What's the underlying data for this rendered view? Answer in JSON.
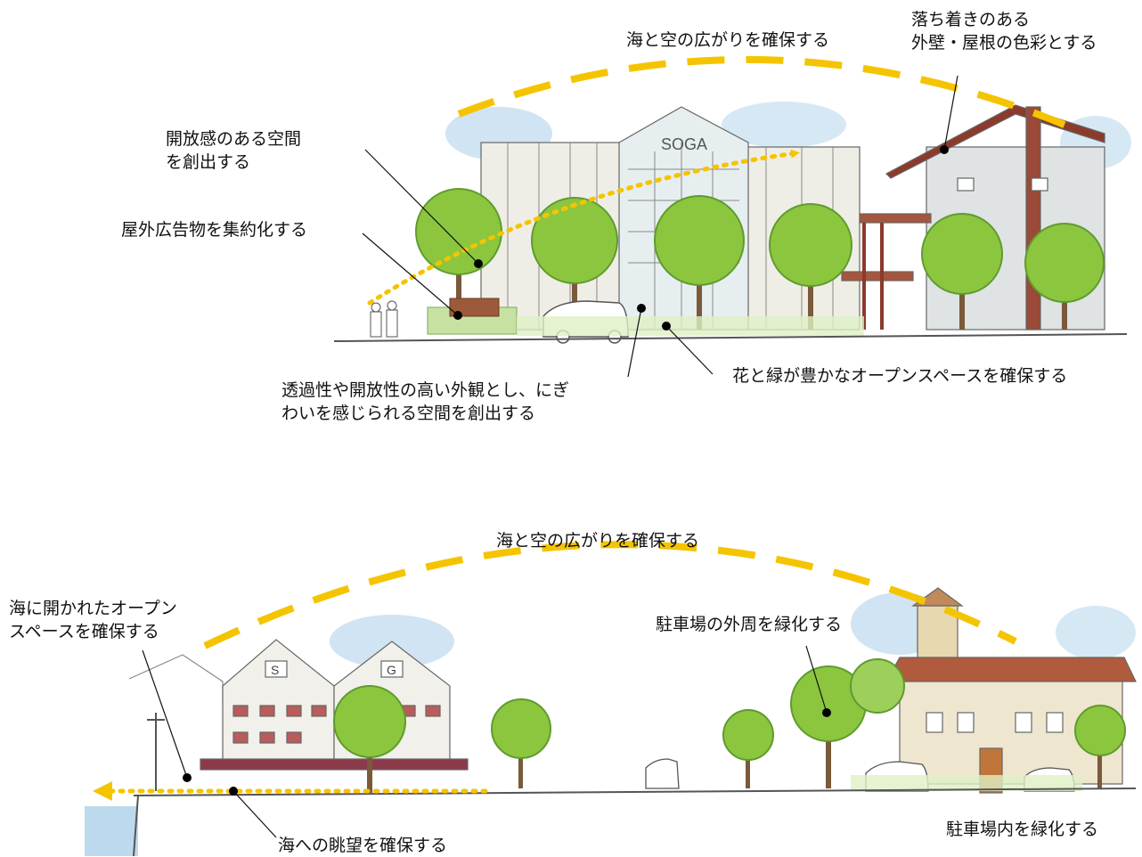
{
  "top": {
    "sky_label": "海と空の広がりを確保する",
    "roof_label": [
      "落ち着きのある",
      "外壁・屋根の色彩とする"
    ],
    "open_space_label": [
      "開放感のある空間",
      "を創出する"
    ],
    "signage_label": "屋外広告物を集約化する",
    "facade_label": [
      "透過性や開放性の高い外観とし、にぎ",
      "わいを感じられる空間を創出する"
    ],
    "green_label": "花と緑が豊かなオープンスペースを確保する",
    "building_sign": "SOGA"
  },
  "bottom": {
    "sky_label": "海と空の広がりを確保する",
    "sea_open_label": [
      "海に開かれたオープン",
      "スペースを確保する"
    ],
    "parking_perimeter_label": "駐車場の外周を緑化する",
    "sea_view_label": "海への眺望を確保する",
    "parking_inside_label": "駐車場内を緑化する",
    "sign_s": "S",
    "sign_g": "G"
  },
  "colors": {
    "accent_yellow": "#f5c400",
    "tree_green": "#8cc63f",
    "tree_dark": "#5f9b2e",
    "sky_blue": "#bcd9ee",
    "roof_brown": "#8b3a2b"
  }
}
